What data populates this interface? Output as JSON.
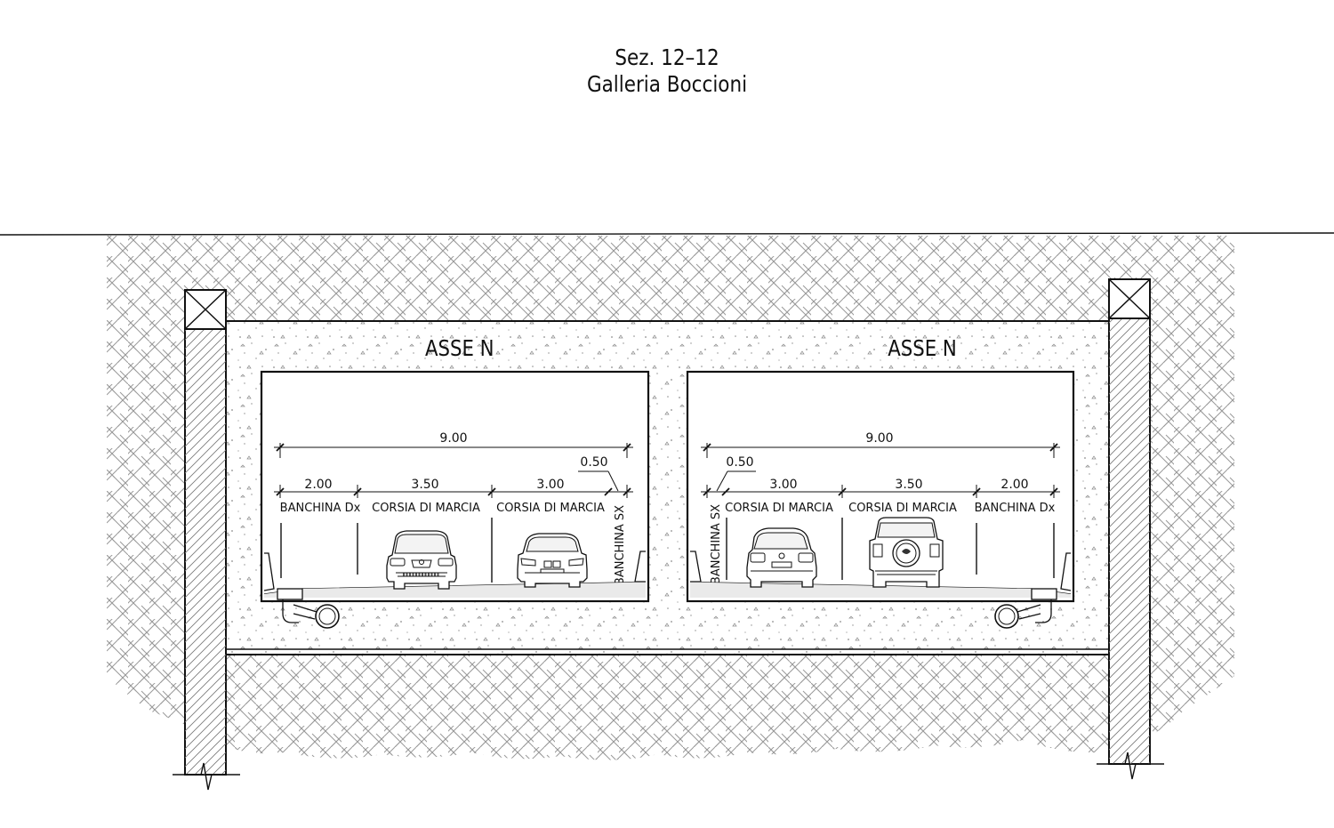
{
  "title": {
    "line1": "Sez. 12–12",
    "line2": "Galleria Boccioni"
  },
  "colors": {
    "ink": "#111111",
    "hatch": "#9a9a9a",
    "concrete_speck": "#8c8c8c"
  },
  "tubes": [
    {
      "axis_label": "ASSE N",
      "total_width": "9.00",
      "shoulder_note": "0.50",
      "segments": [
        {
          "width": "2.00",
          "label": "BANCHINA Dx"
        },
        {
          "width": "3.50",
          "label": "CORSIA DI MARCIA"
        },
        {
          "width": "3.00",
          "label": "CORSIA DI MARCIA"
        }
      ],
      "side_label": "BANCHINA SX",
      "vehicles": [
        "car-front-icon",
        "car-front-icon"
      ]
    },
    {
      "axis_label": "ASSE N",
      "total_width": "9.00",
      "shoulder_note": "0.50",
      "segments": [
        {
          "width": "3.00",
          "label": "CORSIA DI MARCIA"
        },
        {
          "width": "3.50",
          "label": "CORSIA DI MARCIA"
        },
        {
          "width": "2.00",
          "label": "BANCHINA Dx"
        }
      ],
      "side_label": "BANCHINA SX",
      "vehicles": [
        "car-rear-icon",
        "suv-rear-icon"
      ]
    }
  ]
}
